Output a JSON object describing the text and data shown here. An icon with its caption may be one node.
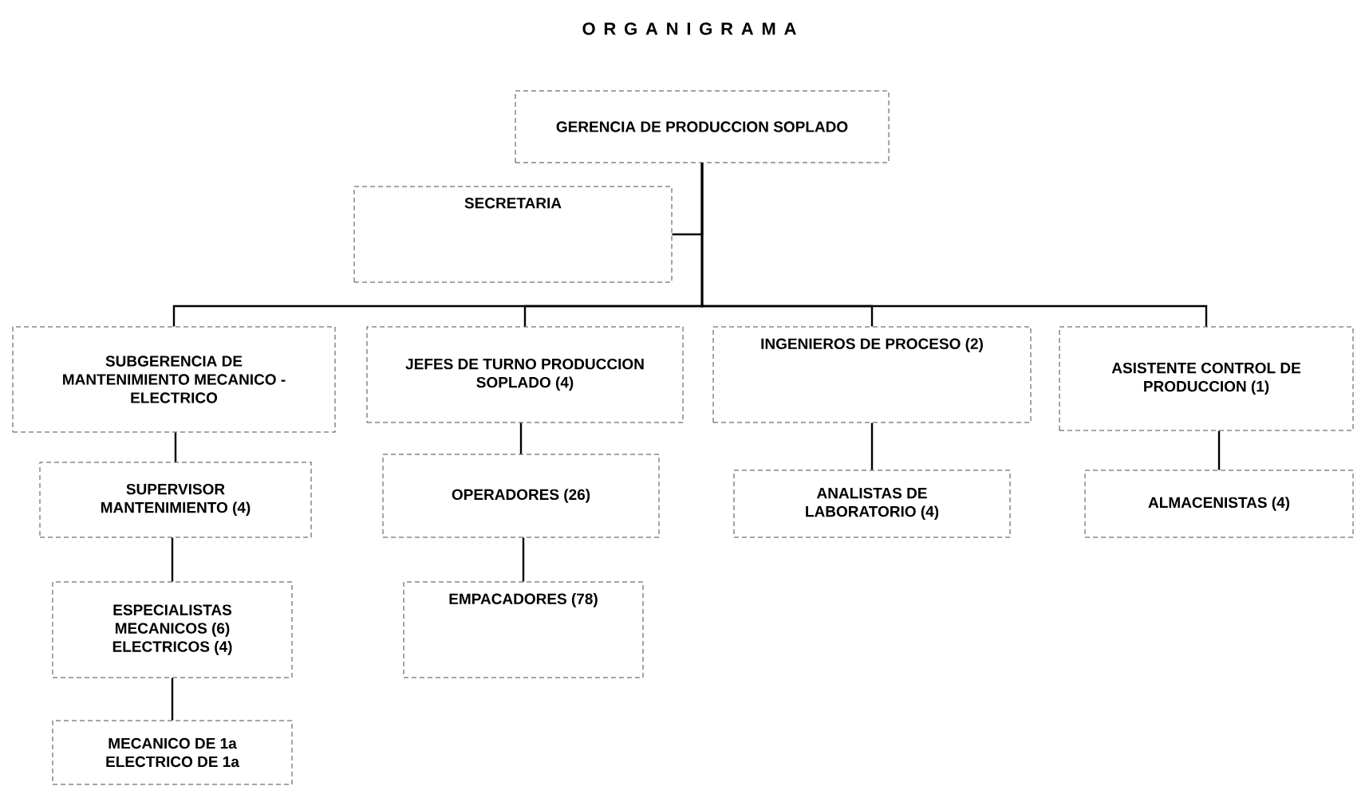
{
  "diagram": {
    "title": "O R G A N I G R A M A",
    "nodes": [
      {
        "text": [
          "GERENCIA DE PRODUCCION SOPLADO"
        ]
      },
      {
        "text": [
          "SECRETARIA"
        ]
      },
      {
        "text": [
          "SUBGERENCIA DE MANTENIMIENTO MECANICO - ELECTRICO"
        ]
      },
      {
        "text": [
          "JEFES DE TURNO PRODUCCION SOPLADO (4)"
        ]
      },
      {
        "text": [
          "INGENIEROS DE PROCESO (2)"
        ]
      },
      {
        "text": [
          "ASISTENTE CONTROL DE PRODUCCION (1)"
        ]
      },
      {
        "text": [
          "SUPERVISOR MANTENIMIENTO (4)"
        ]
      },
      {
        "text": [
          "ESPECIALISTAS MECANICOS (6) ELECTRICOS (4)"
        ]
      },
      {
        "text": [
          "MECANICO DE 1a ELECTRICO DE 1a"
        ]
      },
      {
        "text": [
          "OPERADORES (26)"
        ]
      },
      {
        "text": [
          "EMPACADORES (78)"
        ]
      },
      {
        "text": [
          "ANALISTAS DE LABORATORIO (4)"
        ]
      },
      {
        "text": [
          "ALMACENISTAS (4)"
        ]
      }
    ],
    "edges": [
      {
        "from": 0,
        "to": 1,
        "arrow": "none"
      },
      {
        "from": 0,
        "to": 2,
        "arrow": "none"
      },
      {
        "from": 0,
        "to": 3,
        "arrow": "none"
      },
      {
        "from": 0,
        "to": 4,
        "arrow": "none"
      },
      {
        "from": 0,
        "to": 5,
        "arrow": "none"
      },
      {
        "from": 2,
        "to": 6,
        "arrow": "none"
      },
      {
        "from": 6,
        "to": 7,
        "arrow": "none"
      },
      {
        "from": 7,
        "to": 8,
        "arrow": "none"
      },
      {
        "from": 3,
        "to": 9,
        "arrow": "none"
      },
      {
        "from": 9,
        "to": 10,
        "arrow": "none"
      },
      {
        "from": 4,
        "to": 11,
        "arrow": "none"
      },
      {
        "from": 5,
        "to": 12,
        "arrow": "none"
      }
    ]
  }
}
